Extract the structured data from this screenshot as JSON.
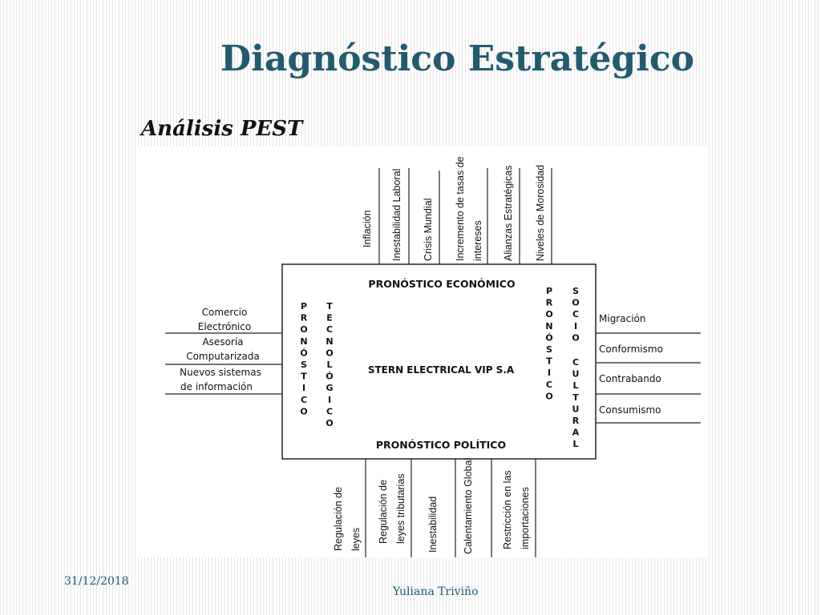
{
  "slide": {
    "title": "Diagnóstico Estratégico",
    "subtitle": "Análisis PEST",
    "date": "31/12/2018",
    "author": "Yuliana Triviño"
  },
  "diagram": {
    "center": "STERN ELECTRICAL VIP S.A",
    "top_label": "PRONÓSTICO ECONÓMICO",
    "bottom_label": "PRONÓSTICO POLÍTICO",
    "left_labels": [
      "PRONÓSTICO",
      "TECNOLÓGICO"
    ],
    "right_labels": [
      "PRONÓSTICO",
      "SOCIO",
      "CULTURAL"
    ],
    "economic_factors": [
      [
        "Inflación"
      ],
      [
        "Inestabilidad Laboral"
      ],
      [
        "Crisis Mundial"
      ],
      [
        "Incremento de tasas de",
        "intereses"
      ],
      [
        "Alianzas Estratégicas"
      ],
      [
        "Niveles de Morosidad"
      ]
    ],
    "political_factors": [
      [
        "Regulación de",
        "leyes"
      ],
      [
        "Regulación de",
        "leyes tributarias"
      ],
      [
        "Inestabilidad"
      ],
      [
        "Calentamiento Global"
      ],
      [
        "Restricción en las",
        "importaciones"
      ]
    ],
    "technological_factors": [
      [
        "Comercio",
        "Electrónico"
      ],
      [
        "Asesoría",
        "Computarizada"
      ],
      [
        "Nuevos sistemas",
        "de información"
      ]
    ],
    "sociocultural_factors": [
      "Migración",
      "Conformismo",
      "Contrabando",
      "Consumismo"
    ]
  }
}
